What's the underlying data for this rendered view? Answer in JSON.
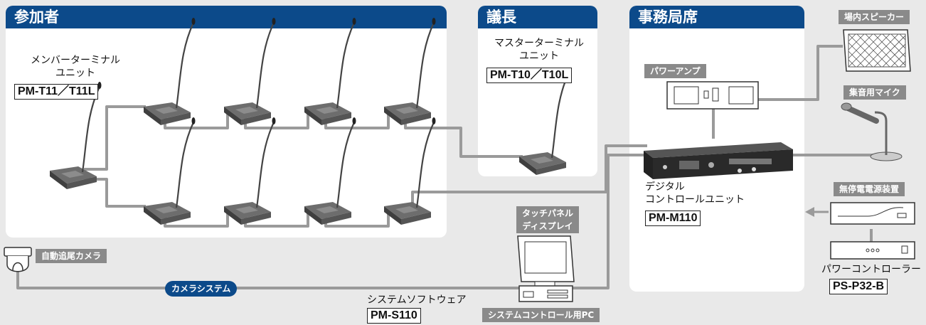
{
  "sections": {
    "participants": "参加者",
    "chairman": "議長",
    "secretariat": "事務局席"
  },
  "member_unit": {
    "line1": "メンバーターミナル",
    "line2": "ユニット",
    "model": "PM-T11／T11L"
  },
  "master_unit": {
    "line1": "マスターターミナル",
    "line2": "ユニット",
    "model": "PM-T10／T10L"
  },
  "control_unit": {
    "line1": "デジタル",
    "line2": "コントロールユニット",
    "model": "PM-M110"
  },
  "tags": {
    "speaker": "場内スピーカー",
    "power_amp": "パワーアンプ",
    "mic": "集音用マイク",
    "ups": "無停電電源装置",
    "touch_panel_1": "タッチパネル",
    "touch_panel_2": "ディスプレイ",
    "camera": "自動追尾カメラ",
    "pc": "システムコントロール用PC"
  },
  "power_controller": {
    "label": "パワーコントローラー",
    "model": "PS-P32-B"
  },
  "software": {
    "label": "システムソフトウェア",
    "model": "PM-S110"
  },
  "camera_system": "カメラシステム",
  "colors": {
    "section_blue": "#0c4a8a",
    "tag_gray": "#8a8a8a",
    "wire": "#9a9a9a"
  }
}
